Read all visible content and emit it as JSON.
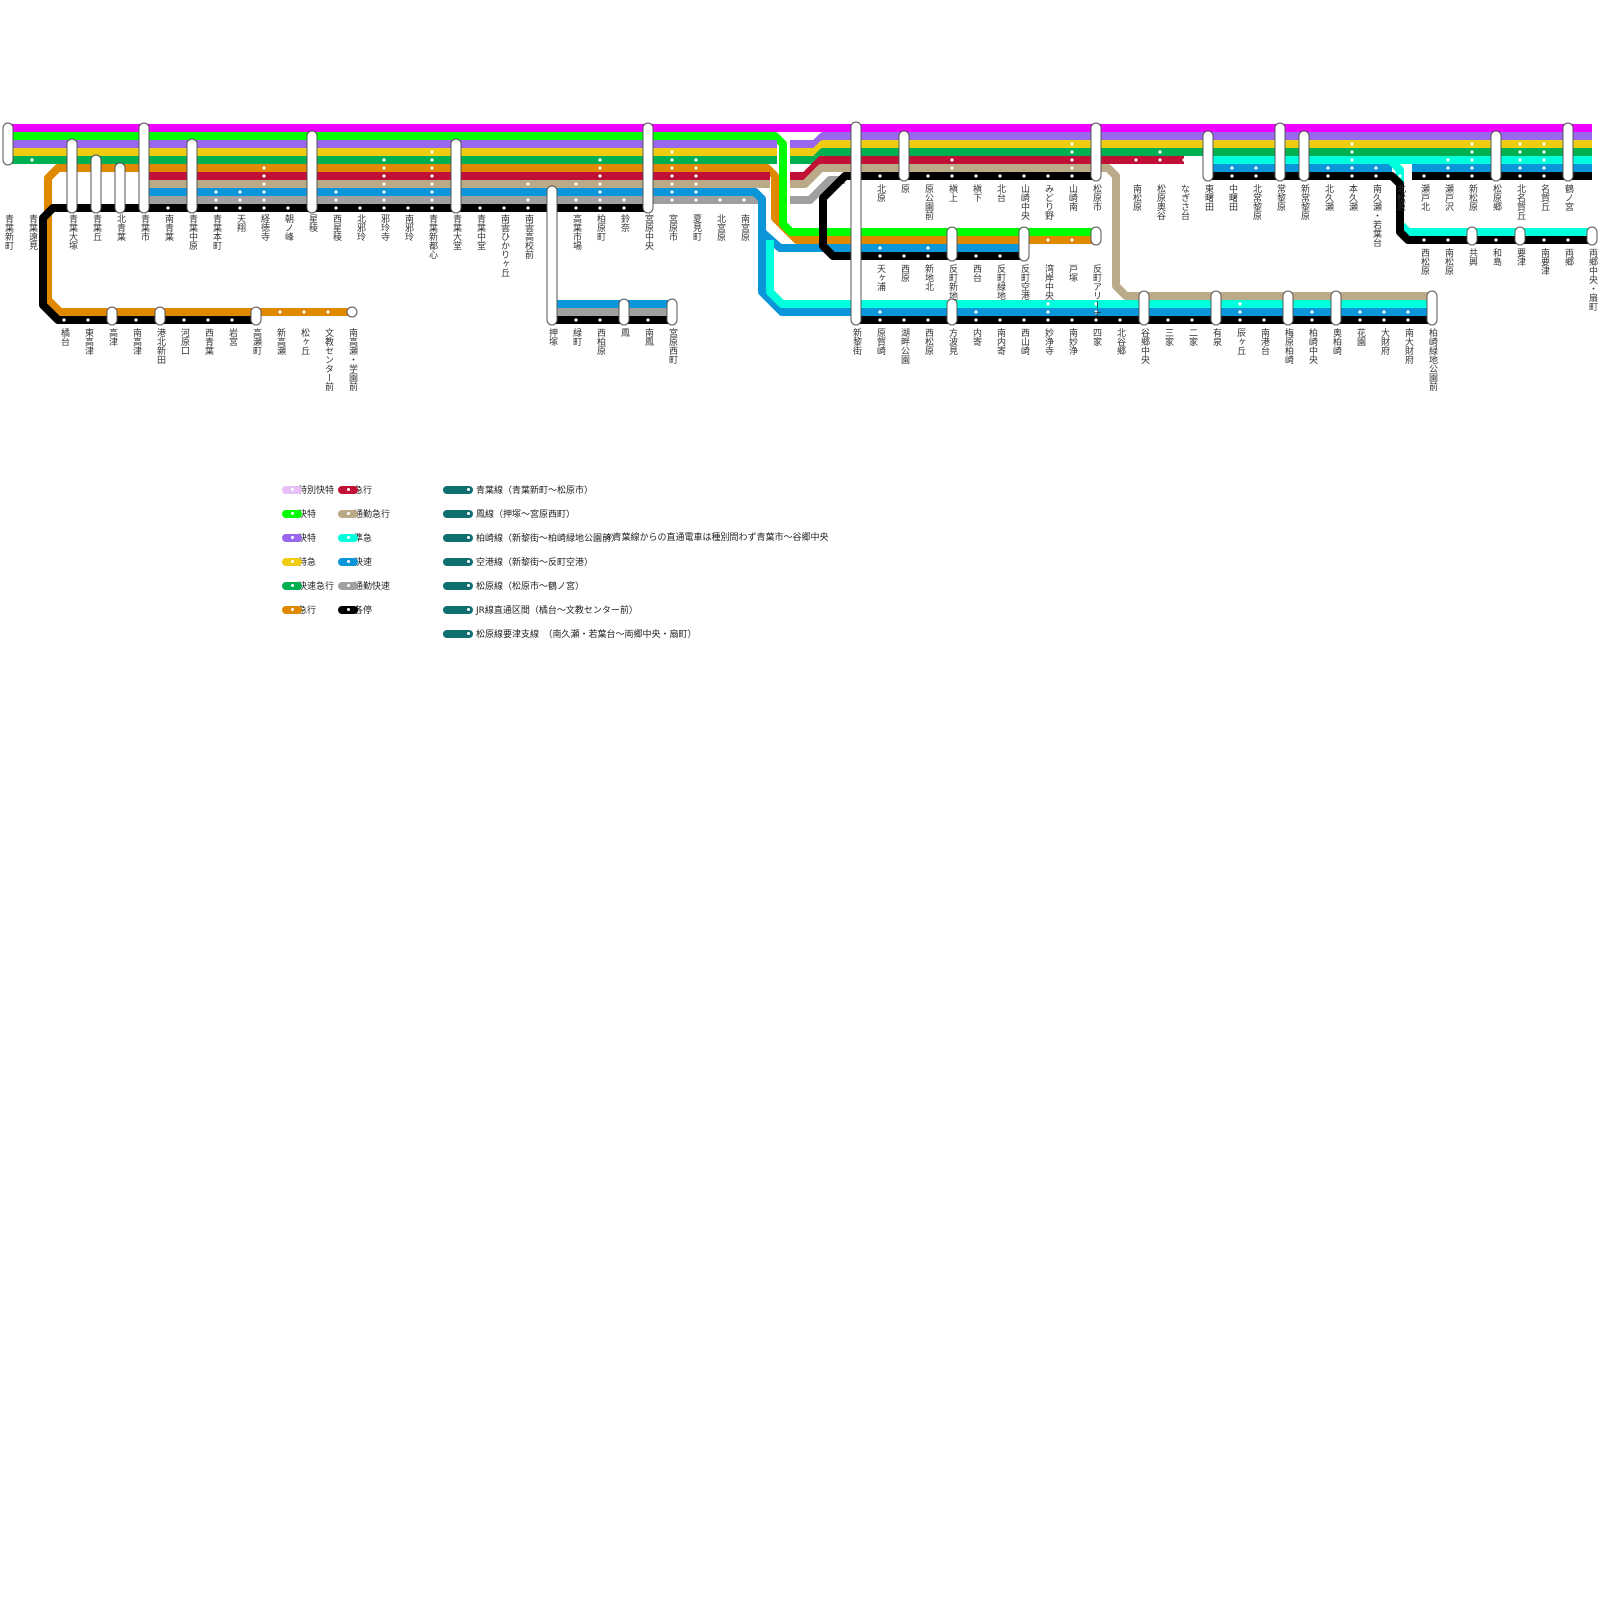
{
  "colors": {
    "mg": "#ee00ff",
    "gr": "#00ff00",
    "pu": "#9966ee",
    "ye": "#eecc11",
    "dg": "#00b050",
    "or": "#e08800",
    "rd": "#c01035",
    "tn": "#bbaa88",
    "bl": "#0a96d8",
    "gy": "#a0a0a0",
    "bk": "#000000",
    "cy": "#00ffdd",
    "legend_special": "#e8c0f8",
    "legend_route": "#0e6e70"
  },
  "sections": {
    "aoba": [
      {
        "name": "青葉新町",
        "pill": true,
        "stops": [
          "mg",
          "dg"
        ]
      },
      {
        "name": "青葉遠見",
        "stops": [
          "dg"
        ]
      },
      {
        "name": "青葉大塚",
        "pill": true,
        "stops": [
          "pu",
          "bk"
        ]
      },
      {
        "name": "青葉丘",
        "pill": true,
        "stops": [
          "dg",
          "bk"
        ]
      },
      {
        "name": "北青葉",
        "pill": true,
        "stops": [
          "or",
          "bk"
        ]
      },
      {
        "name": "青葉市",
        "pill": true,
        "stops": [
          "mg",
          "bk"
        ]
      },
      {
        "name": "南青葉",
        "stops": [
          "bk"
        ]
      },
      {
        "name": "青葉中原",
        "pill": true,
        "stops": [
          "pu",
          "bk"
        ]
      },
      {
        "name": "青葉本町",
        "stops": [
          "bl",
          "gy",
          "bk"
        ]
      },
      {
        "name": "天翔",
        "stops": [
          "bl",
          "gy",
          "bk"
        ]
      },
      {
        "name": "経徳寺",
        "stops": [
          "or",
          "rd",
          "tn",
          "bl",
          "gy",
          "bk"
        ]
      },
      {
        "name": "朝ノ峰",
        "stops": [
          "bk"
        ]
      },
      {
        "name": "星稜",
        "pill": true,
        "stops": [
          "gr",
          "bk"
        ]
      },
      {
        "name": "西星稜",
        "stops": [
          "bl",
          "gy",
          "bk"
        ]
      },
      {
        "name": "北邪玲",
        "stops": [
          "bk"
        ]
      },
      {
        "name": "邪玲寺",
        "stops": [
          "dg",
          "or",
          "rd",
          "tn",
          "bl",
          "gy",
          "bk"
        ]
      },
      {
        "name": "南邪玲",
        "stops": [
          "bk"
        ]
      },
      {
        "name": "青葉新都心",
        "stops": [
          "ye",
          "dg",
          "or",
          "rd",
          "tn",
          "bl",
          "gy",
          "bk"
        ]
      },
      {
        "name": "青葉大堂",
        "pill": true,
        "stops": [
          "pu",
          "bk"
        ]
      },
      {
        "name": "青葉中堂",
        "stops": [
          "bk"
        ]
      },
      {
        "name": "南雲ひかりヶ丘",
        "stops": [
          "bk"
        ]
      },
      {
        "name": "南雲高校前",
        "stops": [
          "tn",
          "gy",
          "bk"
        ]
      },
      {
        "name": "高葉市場",
        "stops": [
          "tn",
          "gy",
          "bk"
        ]
      },
      {
        "name": "柏原町",
        "stops": [
          "dg",
          "or",
          "rd",
          "tn",
          "bl",
          "gy",
          "bk"
        ]
      },
      {
        "name": "鈴奈",
        "stops": [
          "gy",
          "bk"
        ]
      },
      {
        "name": "宮原中央",
        "pill": true,
        "stops": [
          "mg",
          "bk"
        ]
      },
      {
        "name": "宮原市",
        "stops": [
          "ye",
          "dg",
          "or",
          "rd",
          "tn",
          "bl",
          "gy"
        ]
      },
      {
        "name": "夏見町",
        "stops": [
          "dg",
          "or",
          "rd",
          "tn",
          "bl",
          "gy"
        ]
      },
      {
        "name": "北宮原",
        "stops": [
          "gy"
        ]
      },
      {
        "name": "南宮原",
        "stops": [
          "gy"
        ]
      }
    ],
    "jr": [
      {
        "name": "橘台",
        "stops": [
          "bk"
        ]
      },
      {
        "name": "東高津",
        "stops": [
          "bk"
        ]
      },
      {
        "name": "高津",
        "pill": true,
        "stops": [
          "or",
          "bk"
        ]
      },
      {
        "name": "南高津",
        "stops": [
          "bk"
        ]
      },
      {
        "name": "港北新田",
        "pill": true,
        "stops": [
          "or",
          "bk"
        ]
      },
      {
        "name": "河原口",
        "stops": [
          "bk"
        ]
      },
      {
        "name": "西青葉",
        "stops": [
          "bk"
        ]
      },
      {
        "name": "岩宮",
        "stops": [
          "bk"
        ]
      },
      {
        "name": "高瀬町",
        "pill": true,
        "stops": [
          "or",
          "bk"
        ]
      },
      {
        "name": "新高瀬",
        "stops": [
          "or"
        ]
      },
      {
        "name": "松ヶ丘",
        "stops": [
          "or"
        ]
      },
      {
        "name": "文教センター前",
        "stops": [
          "or"
        ]
      },
      {
        "name": "南高瀬・学園前",
        "pill": true,
        "stops": [
          "or"
        ]
      }
    ],
    "otori": [
      {
        "name": "押塚",
        "pill": true,
        "stops": [
          "bl",
          "bk"
        ]
      },
      {
        "name": "緑町",
        "stops": [
          "bk"
        ]
      },
      {
        "name": "西柏原",
        "stops": [
          "bk"
        ]
      },
      {
        "name": "鳳",
        "pill": true,
        "stops": [
          "bl",
          "bk"
        ]
      },
      {
        "name": "南鳳",
        "stops": [
          "bk"
        ]
      },
      {
        "name": "宮原西町",
        "pill": true,
        "stops": [
          "bl",
          "bk"
        ]
      }
    ],
    "matsubara": [
      {
        "name": "北原",
        "stops": [
          "bk"
        ]
      },
      {
        "name": "原",
        "pill": true,
        "stops": [
          "pu",
          "bk"
        ]
      },
      {
        "name": "原公園前",
        "stops": [
          "bk"
        ]
      },
      {
        "name": "槇上",
        "stops": [
          "rd",
          "tn",
          "bk"
        ]
      },
      {
        "name": "槇下",
        "stops": [
          "bk"
        ]
      },
      {
        "name": "北台",
        "stops": [
          "bk"
        ]
      },
      {
        "name": "山崎中央",
        "stops": [
          "bk"
        ]
      },
      {
        "name": "みどり野",
        "stops": [
          "bk"
        ]
      },
      {
        "name": "山崎南",
        "stops": [
          "ye",
          "dg",
          "rd",
          "tn",
          "bk"
        ]
      },
      {
        "name": "松原市",
        "pill": true,
        "stops": [
          "mg",
          "bk"
        ]
      },
      {
        "name": "南松原",
        "stops": [
          "rd"
        ]
      },
      {
        "name": "松原奥谷",
        "stops": [
          "dg",
          "rd"
        ]
      },
      {
        "name": "なぎさ台",
        "stops": [
          "rd"
        ]
      },
      {
        "name": "東曙田",
        "pill": true,
        "stops": [
          "pu",
          "bk"
        ]
      },
      {
        "name": "中曙田",
        "stops": [
          "bl",
          "bk"
        ]
      },
      {
        "name": "北常黎原",
        "stops": [
          "bl",
          "bk"
        ]
      },
      {
        "name": "常黎原",
        "pill": true,
        "stops": [
          "mg",
          "bk"
        ]
      },
      {
        "name": "新常黎原",
        "pill": true,
        "stops": [
          "pu",
          "bk"
        ]
      },
      {
        "name": "北久瀬",
        "stops": [
          "bl",
          "bk"
        ]
      },
      {
        "name": "本久瀬",
        "stops": [
          "ye",
          "dg",
          "cy",
          "bl",
          "bk"
        ]
      },
      {
        "name": "南久瀬・若葉台",
        "stops": [
          "bl",
          "bk"
        ]
      },
      {
        "name": "北松原",
        "stops": [
          "bk"
        ]
      },
      {
        "name": "瀬戸北",
        "stops": [
          "bk"
        ]
      },
      {
        "name": "瀬戸沢",
        "stops": [
          "cy",
          "bl",
          "bk"
        ]
      },
      {
        "name": "新松原",
        "stops": [
          "ye",
          "dg",
          "cy",
          "bl",
          "bk"
        ]
      },
      {
        "name": "松原郷",
        "pill": true,
        "stops": [
          "pu",
          "bk"
        ]
      },
      {
        "name": "北名賀丘",
        "stops": [
          "ye",
          "dg",
          "cy",
          "bl",
          "bk"
        ]
      },
      {
        "name": "名賀丘",
        "stops": [
          "ye",
          "dg",
          "cy",
          "bl",
          "bk"
        ]
      },
      {
        "name": "鶴ノ宮",
        "pill": true,
        "stops": [
          "mg",
          "bk"
        ]
      }
    ],
    "branch": [
      {
        "name": "西松原",
        "stops": [
          "bk"
        ]
      },
      {
        "name": "南松原",
        "stops": [
          "bk"
        ]
      },
      {
        "name": "共興",
        "pill": true,
        "stops": [
          "cy",
          "bk"
        ]
      },
      {
        "name": "和島",
        "stops": [
          "bk"
        ]
      },
      {
        "name": "要津",
        "pill": true,
        "stops": [
          "cy",
          "bk"
        ]
      },
      {
        "name": "南要津",
        "stops": [
          "bk"
        ]
      },
      {
        "name": "両郷",
        "stops": [
          "bk"
        ]
      },
      {
        "name": "両郷中央・扇町",
        "pill": true,
        "stops": [
          "cy",
          "bk"
        ]
      }
    ],
    "airport": [
      {
        "name": "天ヶ浦",
        "stops": [
          "bl",
          "bk"
        ]
      },
      {
        "name": "西原",
        "stops": [
          "bk"
        ]
      },
      {
        "name": "新地北",
        "stops": [
          "bl",
          "bk"
        ]
      },
      {
        "name": "反町新地",
        "pill": true,
        "stops": [
          "gr",
          "bk"
        ]
      },
      {
        "name": "西台",
        "stops": [
          "bk"
        ]
      },
      {
        "name": "反町緑地",
        "stops": [
          "bk"
        ]
      },
      {
        "name": "反町空港",
        "pill": true,
        "stops": [
          "gr",
          "bk"
        ]
      },
      {
        "name": "湾岸中央",
        "stops": [
          "or"
        ]
      },
      {
        "name": "戸塚",
        "stops": [
          "or"
        ]
      },
      {
        "name": "反町アリーナ",
        "pill": true,
        "stops": [
          "gr",
          "or"
        ]
      }
    ],
    "kashiwazaki": [
      {
        "name": "新黎街",
        "pill": true,
        "stops": [
          "cy",
          "bk"
        ]
      },
      {
        "name": "原賀崎",
        "stops": [
          "bl",
          "bk"
        ]
      },
      {
        "name": "湖畔公園",
        "stops": [
          "bk"
        ]
      },
      {
        "name": "西松原",
        "stops": [
          "bk"
        ]
      },
      {
        "name": "方波見",
        "pill": true,
        "stops": [
          "cy",
          "bk"
        ]
      },
      {
        "name": "内寄",
        "stops": [
          "bl",
          "bk"
        ]
      },
      {
        "name": "南内寄",
        "stops": [
          "bk"
        ]
      },
      {
        "name": "西山崎",
        "stops": [
          "bk"
        ]
      },
      {
        "name": "妙浄寺",
        "stops": [
          "cy",
          "bl",
          "bk"
        ]
      },
      {
        "name": "南妙浄",
        "stops": [
          "bk"
        ]
      },
      {
        "name": "四家",
        "stops": [
          "cy",
          "bl",
          "bk"
        ]
      },
      {
        "name": "北谷郷",
        "stops": [
          "bk"
        ]
      },
      {
        "name": "谷郷中央",
        "pill": true,
        "stops": [
          "tn",
          "bk"
        ]
      },
      {
        "name": "三家",
        "stops": [
          "bk"
        ]
      },
      {
        "name": "二家",
        "stops": [
          "bk"
        ]
      },
      {
        "name": "有泉",
        "pill": true,
        "stops": [
          "tn",
          "bk"
        ]
      },
      {
        "name": "辰ヶ丘",
        "stops": [
          "cy",
          "bl",
          "bk"
        ]
      },
      {
        "name": "南港台",
        "stops": [
          "bk"
        ]
      },
      {
        "name": "梅原柏崎",
        "pill": true,
        "stops": [
          "tn",
          "bk"
        ]
      },
      {
        "name": "柏崎中央",
        "stops": [
          "bl",
          "bk"
        ]
      },
      {
        "name": "奥柏崎",
        "pill": true,
        "stops": [
          "tn",
          "bk"
        ]
      },
      {
        "name": "花園",
        "stops": [
          "bl",
          "bk"
        ]
      },
      {
        "name": "大財府",
        "stops": [
          "bl",
          "bk"
        ]
      },
      {
        "name": "南大財府",
        "stops": [
          "bl",
          "bk"
        ]
      },
      {
        "name": "柏崎緑地公園前",
        "pill": true,
        "stops": [
          "tn",
          "bk"
        ]
      }
    ]
  },
  "legend": {
    "services": [
      {
        "label": "特別快特",
        "color": "legend_special"
      },
      {
        "label": "快特",
        "color": "gr"
      },
      {
        "label": "快特",
        "color": "pu"
      },
      {
        "label": "特急",
        "color": "ye"
      },
      {
        "label": "快速急行",
        "color": "dg"
      },
      {
        "label": "急行",
        "color": "or"
      },
      {
        "label": "急行",
        "color": "rd"
      },
      {
        "label": "通勤急行",
        "color": "tn"
      },
      {
        "label": "準急",
        "color": "cy"
      },
      {
        "label": "快速",
        "color": "bl"
      },
      {
        "label": "通勤快速",
        "color": "gy"
      },
      {
        "label": "各停",
        "color": "bk"
      }
    ],
    "routes": [
      "青葉線（青葉新町～松原市）",
      "鳳線（押塚～宮原西町）",
      "柏崎線（新黎街～柏崎緑地公園前）",
      "空港線（新黎街～反町空港）",
      "松原線（松原市～鶴ノ宮）",
      "JR線直通区間（橘台～文教センター前）",
      "松原線要津支線　（南久瀬・若葉台～両郷中央・扇町）"
    ],
    "note": "※青葉線からの直通電車は種別問わず青葉市～谷郷中央"
  }
}
